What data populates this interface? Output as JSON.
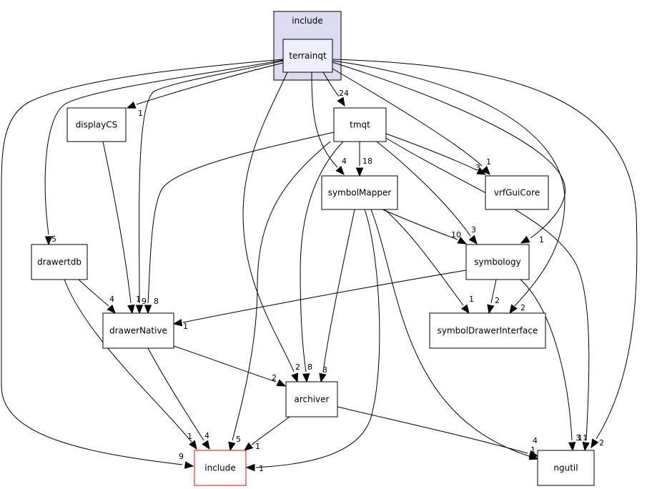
{
  "cluster": {
    "label": "include",
    "fill": "#dcdcf0",
    "stroke": "#000000"
  },
  "nodes": {
    "terrainqt": {
      "label": "terrainqt",
      "fill": "#eeeeff",
      "stroke": "#000000"
    },
    "displayCS": {
      "label": "displayCS",
      "fill": "#ffffff",
      "stroke": "#000000"
    },
    "tmqt": {
      "label": "tmqt",
      "fill": "#ffffff",
      "stroke": "#000000"
    },
    "vrfGuiCore": {
      "label": "vrfGuiCore",
      "fill": "#ffffff",
      "stroke": "#000000"
    },
    "symbolMapper": {
      "label": "symbolMapper",
      "fill": "#ffffff",
      "stroke": "#000000"
    },
    "drawertdb": {
      "label": "drawertdb",
      "fill": "#ffffff",
      "stroke": "#000000"
    },
    "symbology": {
      "label": "symbology",
      "fill": "#ffffff",
      "stroke": "#000000"
    },
    "drawerNative": {
      "label": "drawerNative",
      "fill": "#ffffff",
      "stroke": "#000000"
    },
    "symbolDrawerInterface": {
      "label": "symbolDrawerInterface",
      "fill": "#ffffff",
      "stroke": "#000000"
    },
    "archiver": {
      "label": "archiver",
      "fill": "#ffffff",
      "stroke": "#000000"
    },
    "include": {
      "label": "include",
      "fill": "#ffffff",
      "stroke": "#ff0000"
    },
    "ngutil": {
      "label": "ngutil",
      "fill": "#ffffff",
      "stroke": "#000000"
    }
  },
  "edges": [
    {
      "id": "terrainqt-tmqt",
      "from": "terrainqt",
      "to": "tmqt",
      "weight": "24"
    },
    {
      "id": "terrainqt-displayCS",
      "from": "terrainqt",
      "to": "displayCS",
      "weight": "1"
    },
    {
      "id": "terrainqt-drawertdb",
      "from": "terrainqt",
      "to": "drawertdb",
      "weight": "5"
    },
    {
      "id": "terrainqt-include",
      "from": "terrainqt",
      "to": "include",
      "weight": "9"
    },
    {
      "id": "terrainqt-drawerNative",
      "from": "terrainqt",
      "to": "drawerNative",
      "weight": "9"
    },
    {
      "id": "terrainqt-archiver",
      "from": "terrainqt",
      "to": "archiver",
      "weight": "2"
    },
    {
      "id": "terrainqt-symbolMapper",
      "from": "terrainqt",
      "to": "symbolMapper",
      "weight": "4"
    },
    {
      "id": "terrainqt-vrfGuiCore",
      "from": "terrainqt",
      "to": "vrfGuiCore",
      "weight": "1"
    },
    {
      "id": "terrainqt-symbology",
      "from": "terrainqt",
      "to": "symbology",
      "weight": "1"
    },
    {
      "id": "terrainqt-symbolDrawerInterface",
      "from": "terrainqt",
      "to": "symbolDrawerInterface",
      "weight": "2"
    },
    {
      "id": "terrainqt-ngutil",
      "from": "terrainqt",
      "to": "ngutil",
      "weight": "2"
    },
    {
      "id": "displayCS-drawerNative",
      "from": "displayCS",
      "to": "drawerNative",
      "weight": "1"
    },
    {
      "id": "tmqt-symbolMapper",
      "from": "tmqt",
      "to": "symbolMapper",
      "weight": "18"
    },
    {
      "id": "tmqt-vrfGuiCore",
      "from": "tmqt",
      "to": "vrfGuiCore",
      "weight": "3"
    },
    {
      "id": "tmqt-symbology",
      "from": "tmqt",
      "to": "symbology",
      "weight": "3"
    },
    {
      "id": "tmqt-drawerNative",
      "from": "tmqt",
      "to": "drawerNative",
      "weight": "8"
    },
    {
      "id": "tmqt-archiver",
      "from": "tmqt",
      "to": "archiver",
      "weight": "8"
    },
    {
      "id": "tmqt-include",
      "from": "tmqt",
      "to": "include",
      "weight": "5"
    },
    {
      "id": "tmqt-ngutil",
      "from": "tmqt",
      "to": "ngutil",
      "weight": "11"
    },
    {
      "id": "drawertdb-drawerNative",
      "from": "drawertdb",
      "to": "drawerNative",
      "weight": "4"
    },
    {
      "id": "drawertdb-include",
      "from": "drawertdb",
      "to": "include",
      "weight": "1"
    },
    {
      "id": "symbolMapper-symbology",
      "from": "symbolMapper",
      "to": "symbology",
      "weight": "10"
    },
    {
      "id": "symbolMapper-symbolDrawerInterface",
      "from": "symbolMapper",
      "to": "symbolDrawerInterface",
      "weight": "1"
    },
    {
      "id": "symbolMapper-archiver",
      "from": "symbolMapper",
      "to": "archiver",
      "weight": "3"
    },
    {
      "id": "symbolMapper-include",
      "from": "symbolMapper",
      "to": "include",
      "weight": "1"
    },
    {
      "id": "symbolMapper-ngutil",
      "from": "symbolMapper",
      "to": "ngutil",
      "weight": "1"
    },
    {
      "id": "symbology-symbolDrawerInterface",
      "from": "symbology",
      "to": "symbolDrawerInterface",
      "weight": "2"
    },
    {
      "id": "symbology-drawerNative",
      "from": "symbology",
      "to": "drawerNative",
      "weight": "1"
    },
    {
      "id": "symbology-ngutil",
      "from": "symbology",
      "to": "ngutil",
      "weight": "3"
    },
    {
      "id": "drawerNative-include",
      "from": "drawerNative",
      "to": "include",
      "weight": "4"
    },
    {
      "id": "drawerNative-archiver",
      "from": "drawerNative",
      "to": "archiver",
      "weight": "2"
    },
    {
      "id": "archiver-include",
      "from": "archiver",
      "to": "include",
      "weight": "1"
    },
    {
      "id": "archiver-ngutil",
      "from": "archiver",
      "to": "ngutil",
      "weight": "4"
    }
  ]
}
